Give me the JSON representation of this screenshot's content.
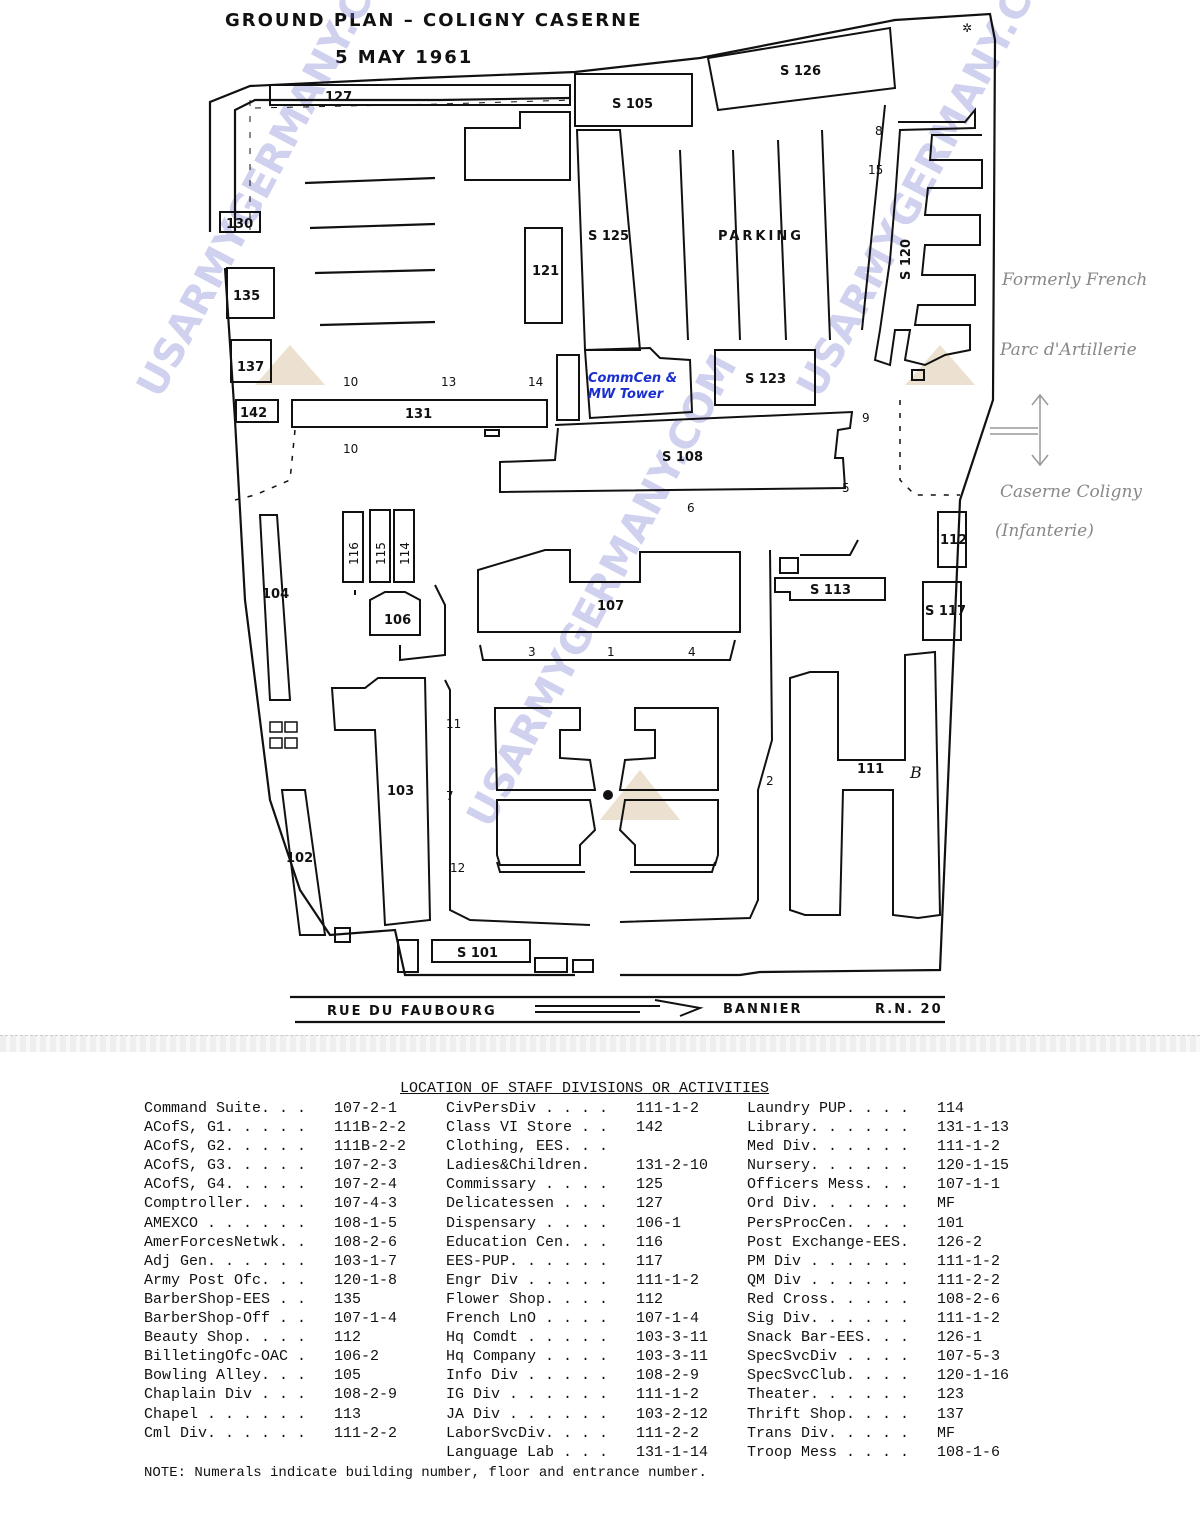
{
  "title": "GROUND PLAN – COLIGNY CASERNE",
  "date": "5 MAY 1961",
  "buildings": {
    "b127": "127",
    "b130": "130",
    "b135": "135",
    "b137": "137",
    "b142": "142",
    "b131": "131",
    "b121": "121",
    "s105": "S 105",
    "s126": "S 126",
    "s125": "S 125",
    "s123": "S 123",
    "s108": "S 108",
    "s120": "S 120",
    "b112": "112",
    "s117": "S 117",
    "s113": "S 113",
    "b116": "116",
    "b115": "115",
    "b114": "114",
    "b106": "106",
    "b107": "107",
    "b104": "104",
    "b103": "103",
    "b102": "102",
    "b111": "111",
    "s101": "S 101",
    "parking": "PARKING"
  },
  "entrances": {
    "e10a": "10",
    "e10b": "10",
    "e13": "13",
    "e14": "14",
    "e9": "9",
    "e5": "5",
    "e6": "6",
    "e3": "3",
    "e1": "1",
    "e4": "4",
    "e11": "11",
    "e7": "7",
    "e12": "12",
    "e2": "2",
    "e8": "8",
    "e15": "15",
    "eB": "B"
  },
  "commcen": [
    "CommCen &",
    "MW Tower"
  ],
  "street": {
    "left": "RUE  DU  FAUBOURG",
    "right": "BANNIER",
    "route": "R.N. 20"
  },
  "handwritten": {
    "line1": "Formerly French",
    "line2": "Parc d'Artillerie",
    "line3": "Caserne Coligny",
    "line4": "(Infanterie)"
  },
  "watermark": "USARMYGERMANY.COM",
  "legend": {
    "title": "LOCATION OF STAFF DIVISIONS OR ACTIVITIES",
    "col1": [
      {
        "name": "Command Suite. . .",
        "num": "107-2-1"
      },
      {
        "name": "ACofS, G1. . . . .",
        "num": "111B-2-2"
      },
      {
        "name": "ACofS, G2. . . . .",
        "num": "111B-2-2"
      },
      {
        "name": "ACofS, G3. . . . .",
        "num": "107-2-3"
      },
      {
        "name": "ACofS, G4. . . . .",
        "num": "107-2-4"
      },
      {
        "name": "Comptroller. . . .",
        "num": "107-4-3"
      },
      {
        "name": "AMEXCO . . . . . .",
        "num": "108-1-5"
      },
      {
        "name": "AmerForcesNetwk. .",
        "num": "108-2-6"
      },
      {
        "name": "Adj Gen. . . . . .",
        "num": "103-1-7"
      },
      {
        "name": "Army Post Ofc. . .",
        "num": "120-1-8"
      },
      {
        "name": "BarberShop-EES . .",
        "num": "135"
      },
      {
        "name": "BarberShop-Off . .",
        "num": "107-1-4"
      },
      {
        "name": "Beauty Shop. . . .",
        "num": "112"
      },
      {
        "name": "BilletingOfc-OAC .",
        "num": "106-2"
      },
      {
        "name": "Bowling Alley. . .",
        "num": "105"
      },
      {
        "name": "Chaplain Div . . .",
        "num": "108-2-9"
      },
      {
        "name": "Chapel . . . . . .",
        "num": "113"
      },
      {
        "name": "Cml Div. . . . . .",
        "num": "111-2-2"
      }
    ],
    "col2": [
      {
        "name": "CivPersDiv . . . .",
        "num": "111-1-2"
      },
      {
        "name": "Class VI Store . .",
        "num": "142"
      },
      {
        "name": "Clothing, EES. . .",
        "num": ""
      },
      {
        "name": "  Ladies&Children.",
        "num": "131-2-10"
      },
      {
        "name": "Commissary . . . .",
        "num": "125"
      },
      {
        "name": "Delicatessen . . .",
        "num": "127"
      },
      {
        "name": "Dispensary . . . .",
        "num": "106-1"
      },
      {
        "name": "Education Cen. . .",
        "num": "116"
      },
      {
        "name": "EES-PUP. . . . . .",
        "num": "117"
      },
      {
        "name": "Engr Div . . . . .",
        "num": "111-1-2"
      },
      {
        "name": "Flower Shop. . . .",
        "num": "112"
      },
      {
        "name": "French LnO . . . .",
        "num": "107-1-4"
      },
      {
        "name": "Hq Comdt . . . . .",
        "num": "103-3-11"
      },
      {
        "name": "Hq Company . . . .",
        "num": "103-3-11"
      },
      {
        "name": "Info Div . . . . .",
        "num": "108-2-9"
      },
      {
        "name": "IG Div . . . . . .",
        "num": "111-1-2"
      },
      {
        "name": "JA Div . . . . . .",
        "num": "103-2-12"
      },
      {
        "name": "LaborSvcDiv. . . .",
        "num": "111-2-2"
      },
      {
        "name": "Language Lab . . .",
        "num": "131-1-14"
      }
    ],
    "col3": [
      {
        "name": "Laundry PUP. . . .",
        "num": "114"
      },
      {
        "name": "Library. . . . . .",
        "num": "131-1-13"
      },
      {
        "name": "Med Div. . . . . .",
        "num": "111-1-2"
      },
      {
        "name": "Nursery. . . . . .",
        "num": "120-1-15"
      },
      {
        "name": "Officers Mess. . .",
        "num": "107-1-1"
      },
      {
        "name": "Ord Div. . . . . .",
        "num": "MF"
      },
      {
        "name": "PersProcCen. . . .",
        "num": "101"
      },
      {
        "name": "Post Exchange-EES.",
        "num": "126-2"
      },
      {
        "name": "PM Div . . . . . .",
        "num": "111-1-2"
      },
      {
        "name": "QM Div . . . . . .",
        "num": "111-2-2"
      },
      {
        "name": "Red Cross. . . . .",
        "num": "108-2-6"
      },
      {
        "name": "Sig Div. . . . . .",
        "num": "111-1-2"
      },
      {
        "name": "Snack Bar-EES. . .",
        "num": "126-1"
      },
      {
        "name": "SpecSvcDiv . . . .",
        "num": "107-5-3"
      },
      {
        "name": "SpecSvcClub. . . .",
        "num": "120-1-16"
      },
      {
        "name": "Theater. . . . . .",
        "num": "123"
      },
      {
        "name": "Thrift Shop. . . .",
        "num": "137"
      },
      {
        "name": "Trans Div. . . . .",
        "num": "MF"
      },
      {
        "name": "Troop Mess . . . .",
        "num": "108-1-6"
      }
    ]
  },
  "note": "NOTE:  Numerals indicate building number, floor and entrance number."
}
